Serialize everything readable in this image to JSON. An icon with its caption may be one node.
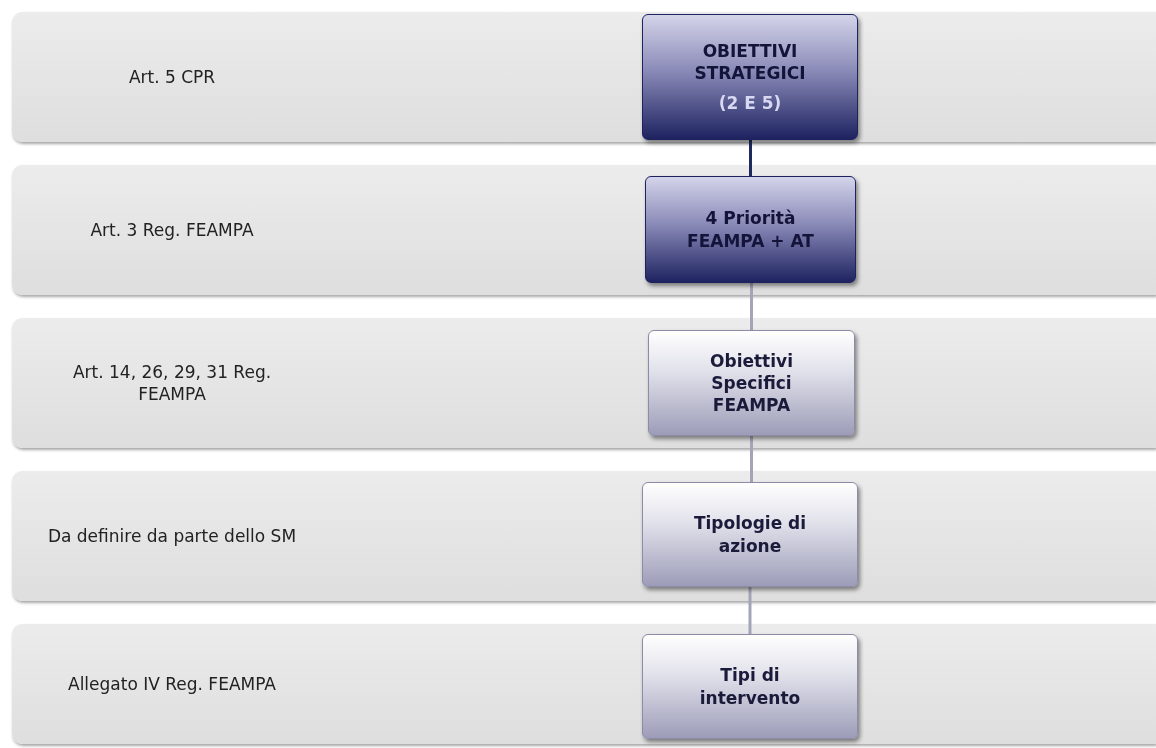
{
  "diagram": {
    "nodes": [
      {
        "text": [
          "Art. 5 CPR"
        ]
      },
      {
        "text": [
          "OBIETTIVI STRATEGICI",
          "(2 E 5)"
        ],
        "in": 0
      },
      {
        "text": [
          "Art. 3 Reg. FEAMPA"
        ]
      },
      {
        "text": [
          "4 Priorità FEAMPA + AT"
        ],
        "in": 2
      },
      {
        "text": [
          "Art. 14, 26, 29, 31 Reg. FEAMPA"
        ]
      },
      {
        "text": [
          "Obiettivi Specifici FEAMPA"
        ],
        "in": 4
      },
      {
        "text": [
          "Da definire da parte dello SM"
        ]
      },
      {
        "text": [
          "Tipologie di azione"
        ],
        "in": 6
      },
      {
        "text": [
          "Allegato IV Reg. FEAMPA"
        ]
      },
      {
        "text": [
          "Tipi di intervento"
        ],
        "in": 8
      }
    ],
    "edges": [
      {
        "from": 1,
        "to": 3,
        "arrow": "none",
        "color": "#1f2a5c"
      },
      {
        "from": 3,
        "to": 5,
        "arrow": "none"
      },
      {
        "from": 5,
        "to": 7,
        "arrow": "none"
      },
      {
        "from": 7,
        "to": 9,
        "arrow": "none"
      }
    ]
  }
}
